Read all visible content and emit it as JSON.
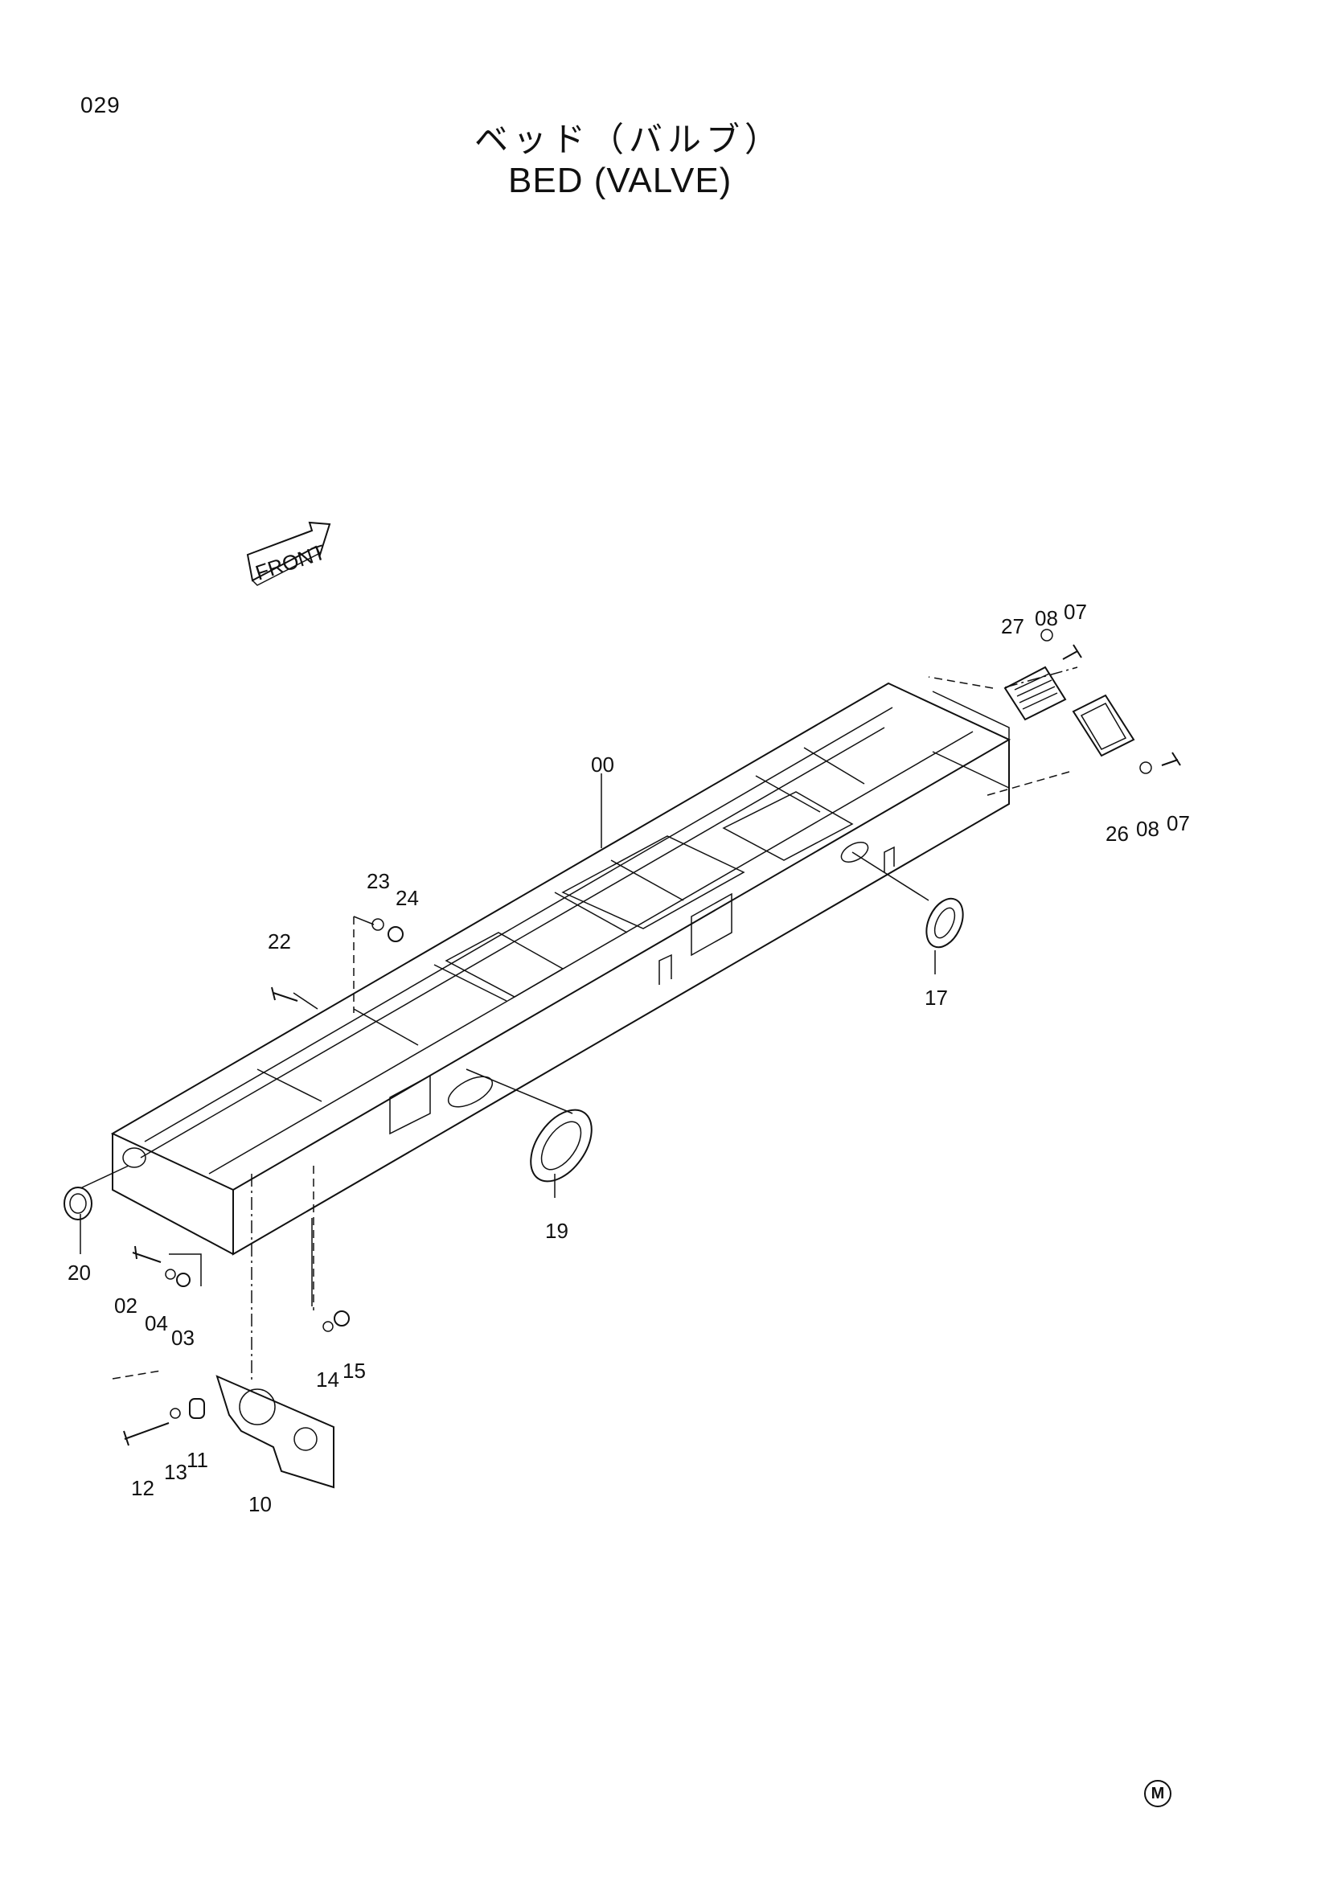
{
  "page_number": "029",
  "title_jp": "ベッド（バルブ）",
  "title_en": "BED (VALVE)",
  "front_label": "FRONT",
  "corner_mark": "M",
  "part_labels": {
    "p00": "00",
    "p02": "02",
    "p03": "03",
    "p04": "04",
    "p07a": "07",
    "p07b": "07",
    "p08a": "08",
    "p08b": "08",
    "p10": "10",
    "p11": "11",
    "p12": "12",
    "p13": "13",
    "p14": "14",
    "p15": "15",
    "p17": "17",
    "p19": "19",
    "p20": "20",
    "p22": "22",
    "p23": "23",
    "p24": "24",
    "p26": "26",
    "p27": "27"
  }
}
